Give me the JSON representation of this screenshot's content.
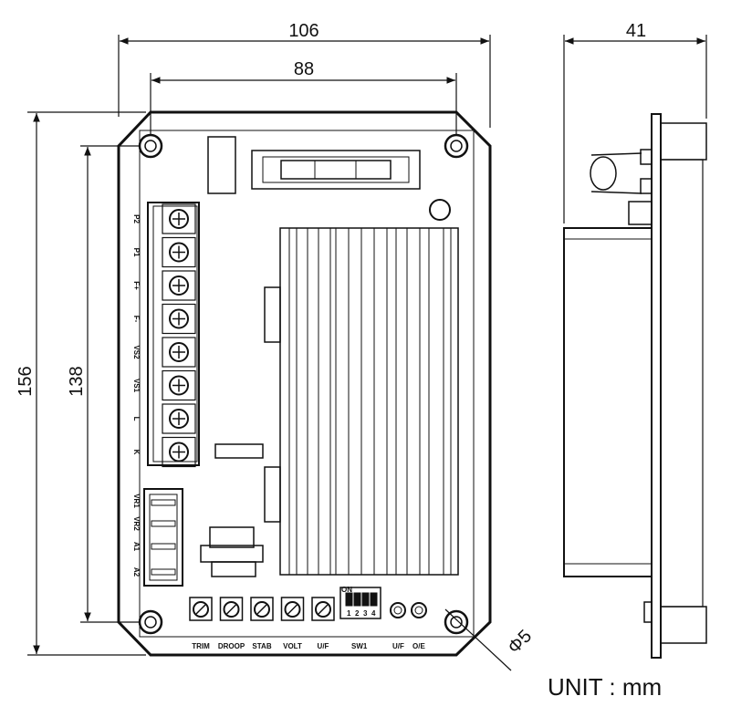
{
  "dimensions": {
    "overall_width": "106",
    "hole_spacing_width": "88",
    "overall_height": "156",
    "hole_spacing_height": "138",
    "depth": "41",
    "hole_diameter": "Φ5"
  },
  "unit_label": "UNIT : mm",
  "terminals": [
    "P2",
    "P1",
    "F+",
    "F-",
    "VS2",
    "VS1",
    "L",
    "K"
  ],
  "aux_terminals": [
    "VR1",
    "VR2",
    "A1",
    "A2"
  ],
  "pots": [
    "TRIM",
    "DROOP",
    "STAB",
    "VOLT",
    "U/F"
  ],
  "switch": {
    "label": "SW1",
    "on_label": "ON",
    "positions": [
      "1",
      "2",
      "3",
      "4"
    ]
  },
  "leds": [
    "U/F",
    "O/E"
  ]
}
